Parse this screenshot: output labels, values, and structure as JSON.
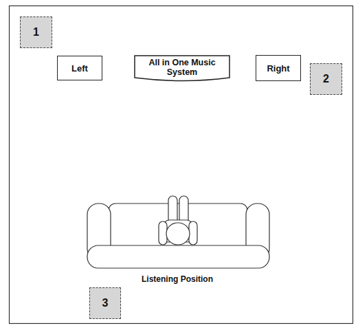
{
  "diagram": {
    "nodes": [
      {
        "text": [
          "1"
        ]
      },
      {
        "text": [
          "Left"
        ]
      },
      {
        "text": [
          "All in One Music System"
        ]
      },
      {
        "text": [
          "Right"
        ]
      },
      {
        "text": [
          "2"
        ]
      },
      {
        "text": [
          "3"
        ]
      }
    ],
    "labels": [
      "Listening Position"
    ]
  }
}
